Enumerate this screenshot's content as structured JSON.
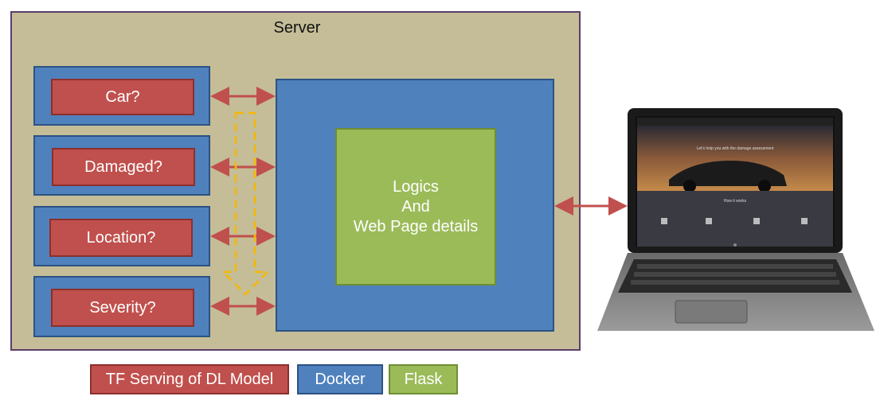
{
  "server": {
    "title": "Server"
  },
  "models": [
    {
      "label": "Car?"
    },
    {
      "label": "Damaged?"
    },
    {
      "label": "Location?"
    },
    {
      "label": "Severity?"
    }
  ],
  "app": {
    "line1": "Logics",
    "line2": "And",
    "line3": "Web Page details"
  },
  "legend": {
    "tf": "TF Serving of DL Model",
    "docker": "Docker",
    "flask": "Flask"
  },
  "laptop": {
    "screen_heading": "Let's help you with the damage assessment",
    "screen_section": "How it works"
  },
  "colors": {
    "server_bg": "#c4bd97",
    "docker_blue": "#4f81bd",
    "tf_red": "#c0504d",
    "flask_green": "#9bbb59",
    "arrow": "#c0504d",
    "flow": "#f5b800"
  }
}
